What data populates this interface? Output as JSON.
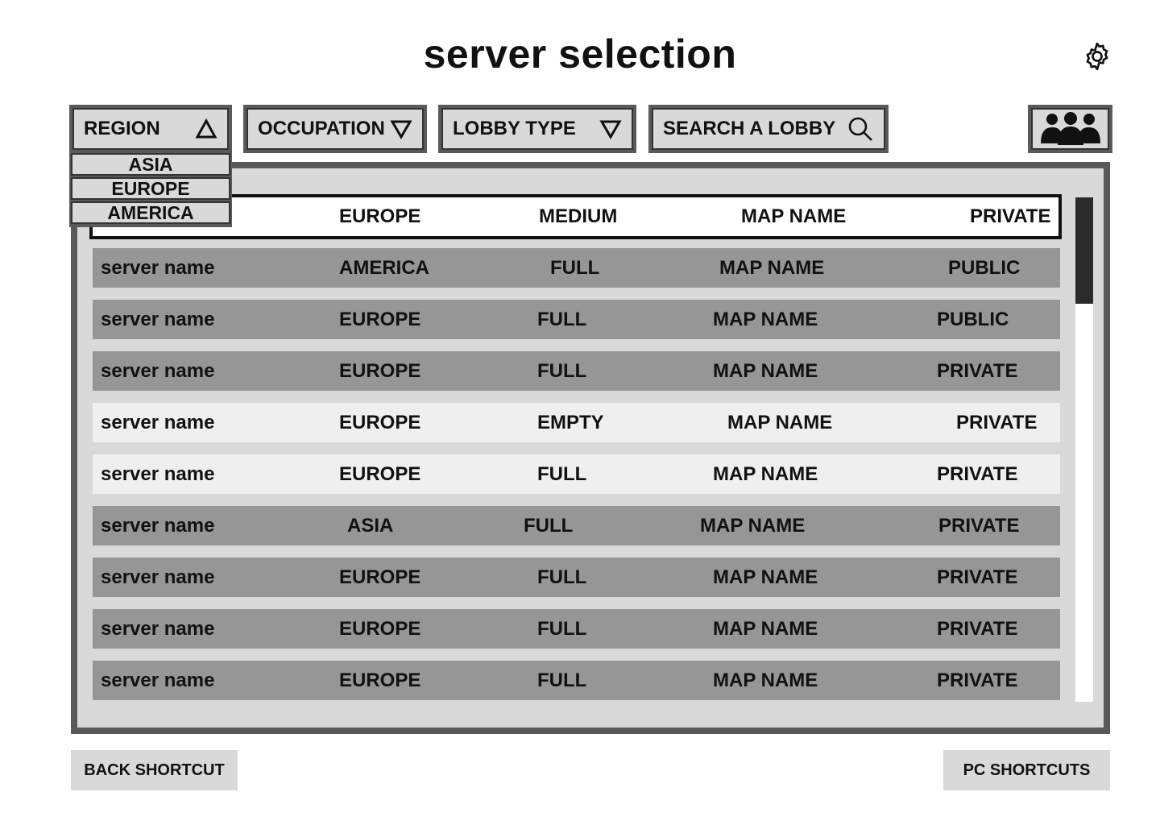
{
  "header": {
    "title": "server selection",
    "settings_icon": "gear-icon"
  },
  "filters": {
    "region": {
      "label": "REGION",
      "icon": "triangle-up-icon"
    },
    "occupation": {
      "label": "OCCUPATION",
      "icon": "triangle-down-icon"
    },
    "lobby_type": {
      "label": "LOBBY TYPE",
      "icon": "triangle-down-icon"
    },
    "search": {
      "label": "SEARCH A LOBBY",
      "icon": "search-icon"
    },
    "friends_icon": "group-icon"
  },
  "region_dropdown": [
    "ASIA",
    "EUROPE",
    "AMERICA"
  ],
  "servers": [
    {
      "name": "",
      "region": "EUROPE",
      "occupation": "MEDIUM",
      "map": "MAP NAME",
      "type": "PRIVATE",
      "style": "selected"
    },
    {
      "name": "server name",
      "region": "AMERICA",
      "occupation": "FULL",
      "map": "MAP NAME",
      "type": "PUBLIC",
      "style": "dark"
    },
    {
      "name": "server name",
      "region": "EUROPE",
      "occupation": "FULL",
      "map": "MAP NAME",
      "type": "PUBLIC",
      "style": "dark"
    },
    {
      "name": "server name",
      "region": "EUROPE",
      "occupation": "FULL",
      "map": "MAP NAME",
      "type": "PRIVATE",
      "style": "dark"
    },
    {
      "name": "server name",
      "region": "EUROPE",
      "occupation": "EMPTY",
      "map": "MAP NAME",
      "type": "PRIVATE",
      "style": "light"
    },
    {
      "name": "server name",
      "region": "EUROPE",
      "occupation": "FULL",
      "map": "MAP NAME",
      "type": "PRIVATE",
      "style": "light"
    },
    {
      "name": "server name",
      "region": "ASIA",
      "occupation": "FULL",
      "map": "MAP NAME",
      "type": "PRIVATE",
      "style": "dark"
    },
    {
      "name": "server name",
      "region": "EUROPE",
      "occupation": "FULL",
      "map": "MAP NAME",
      "type": "PRIVATE",
      "style": "dark"
    },
    {
      "name": "server name",
      "region": "EUROPE",
      "occupation": "FULL",
      "map": "MAP NAME",
      "type": "PRIVATE",
      "style": "dark"
    },
    {
      "name": "server name",
      "region": "EUROPE",
      "occupation": "FULL",
      "map": "MAP NAME",
      "type": "PRIVATE",
      "style": "dark"
    }
  ],
  "footer": {
    "back_label": "BACK SHORTCUT",
    "pc_label": "PC SHORTCUTS"
  },
  "colors": {
    "dark_row": "#969696",
    "light_row": "#efefef",
    "panel": "#d9d9d9",
    "border": "#5a5a5a"
  }
}
